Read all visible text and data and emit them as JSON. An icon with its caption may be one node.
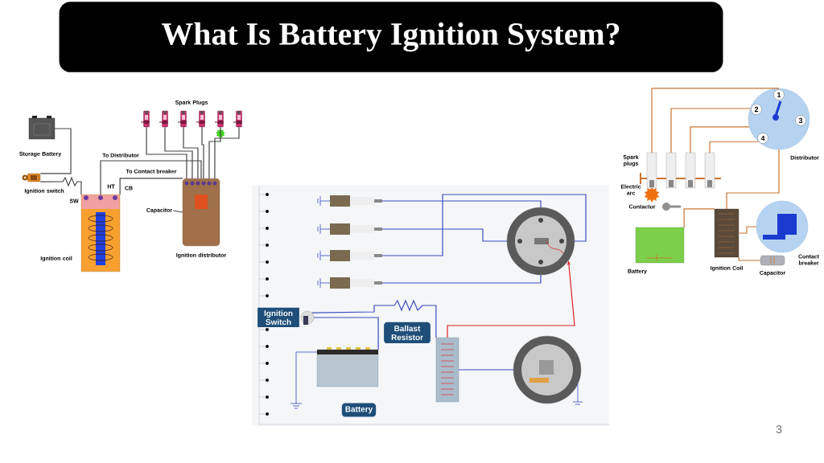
{
  "diagram": {
    "title": "What Is Battery Ignition System?",
    "nodes": [
      {
        "text": [],
        "shape": "picture",
        "beside": [
          "Storage Battery"
        ]
      },
      {
        "text": [],
        "shape": "picture",
        "beside": [
          "Ignition switch"
        ]
      },
      {
        "text": [],
        "shape": "picture",
        "beside": [
          "Ignition coil"
        ]
      },
      {
        "text": [],
        "shape": "picture",
        "beside": [
          "Ignition distributor"
        ]
      },
      {
        "text": [
          "Capacitor"
        ]
      },
      {
        "text": [],
        "shape": "picture"
      },
      {
        "text": [],
        "shape": "picture"
      },
      {
        "text": [],
        "shape": "picture"
      },
      {
        "text": [],
        "shape": "picture"
      },
      {
        "text": [],
        "shape": "picture"
      },
      {
        "text": [],
        "shape": "picture"
      },
      {
        "text": [],
        "shape": "picture"
      },
      {
        "text": [],
        "shape": "picture"
      },
      {
        "text": [],
        "shape": "picture"
      },
      {
        "text": [],
        "shape": "picture"
      },
      {
        "text": [],
        "shape": "picture"
      },
      {
        "text": [
          "Ignition Switch"
        ]
      },
      {
        "text": [],
        "shape": "picture"
      },
      {
        "text": [
          "Ballast Resistor"
        ]
      },
      {
        "text": [],
        "shape": "picture"
      },
      {
        "text": [
          "Battery"
        ]
      },
      {
        "text": [],
        "shape": "picture"
      },
      {
        "text": [],
        "shape": "picture"
      },
      {
        "text": [],
        "shape": "picture",
        "beside": [
          "Distributor"
        ]
      },
      {
        "text": [],
        "shape": "picture"
      },
      {
        "text": [],
        "shape": "picture"
      },
      {
        "text": [],
        "shape": "picture"
      },
      {
        "text": [],
        "shape": "picture"
      },
      {
        "text": [],
        "shape": "picture",
        "beside": [
          "Contactor"
        ]
      },
      {
        "text": [],
        "shape": "picture",
        "beside": [
          "Battery"
        ]
      },
      {
        "text": [],
        "shape": "picture",
        "beside": [
          "Ignition Coil"
        ]
      },
      {
        "text": [],
        "shape": "picture",
        "beside": [
          "Contact breaker"
        ]
      },
      {
        "text": [],
        "shape": "picture",
        "beside": [
          "Capacitor"
        ]
      }
    ],
    "edges": [
      {
        "from": 0,
        "to": 1,
        "arrow": "none"
      },
      {
        "from": 1,
        "to": 2,
        "arrow": "none"
      },
      {
        "from": 2,
        "to": 3,
        "arrow": "none",
        "label": "To Distributor"
      },
      {
        "from": 2,
        "to": 3,
        "arrow": "none",
        "label": "To Contact breaker"
      },
      {
        "from": 4,
        "to": 3,
        "arrow": "none"
      },
      {
        "from": 5,
        "to": 3,
        "arrow": "none"
      },
      {
        "from": 6,
        "to": 3,
        "arrow": "none"
      },
      {
        "from": 7,
        "to": 3,
        "arrow": "none"
      },
      {
        "from": 8,
        "to": 3,
        "arrow": "none"
      },
      {
        "from": 9,
        "to": 3,
        "arrow": "none"
      },
      {
        "from": 10,
        "to": 3,
        "arrow": "none"
      },
      {
        "from": 11,
        "to": 15,
        "arrow": "none",
        "color": "#3b4cc0"
      },
      {
        "from": 12,
        "to": 15,
        "arrow": "none",
        "color": "#3b4cc0"
      },
      {
        "from": 13,
        "to": 15,
        "arrow": "none",
        "color": "#3b4cc0"
      },
      {
        "from": 14,
        "to": 15,
        "arrow": "none",
        "color": "#3b4cc0"
      },
      {
        "from": 17,
        "to": 21,
        "arrow": "none",
        "color": "#3b4cc0"
      },
      {
        "from": 17,
        "to": 19,
        "arrow": "none",
        "color": "#3b4cc0"
      },
      {
        "from": 21,
        "to": 15,
        "arrow": "to",
        "color": "#e02020"
      },
      {
        "from": 21,
        "to": 22,
        "arrow": "none",
        "color": "#3b4cc0"
      },
      {
        "from": 24,
        "to": 23,
        "arrow": "none",
        "color": "#c87533"
      },
      {
        "from": 25,
        "to": 23,
        "arrow": "none",
        "color": "#c87533"
      },
      {
        "from": 26,
        "to": 23,
        "arrow": "none",
        "color": "#c87533"
      },
      {
        "from": 27,
        "to": 23,
        "arrow": "none",
        "color": "#c87533"
      },
      {
        "from": 30,
        "to": 23,
        "arrow": "none",
        "color": "#c87533"
      },
      {
        "from": 29,
        "to": 30,
        "arrow": "none",
        "color": "#c87533"
      },
      {
        "from": 30,
        "to": 31,
        "arrow": "none",
        "color": "#c87533"
      },
      {
        "from": 30,
        "to": 32,
        "arrow": "none",
        "color": "#c87533"
      }
    ],
    "labels": [
      "Spark Plugs",
      "HT",
      "CB",
      "SW",
      "1",
      "2",
      "3",
      "4",
      "Spark plugs",
      "Electric arc",
      "3"
    ]
  }
}
